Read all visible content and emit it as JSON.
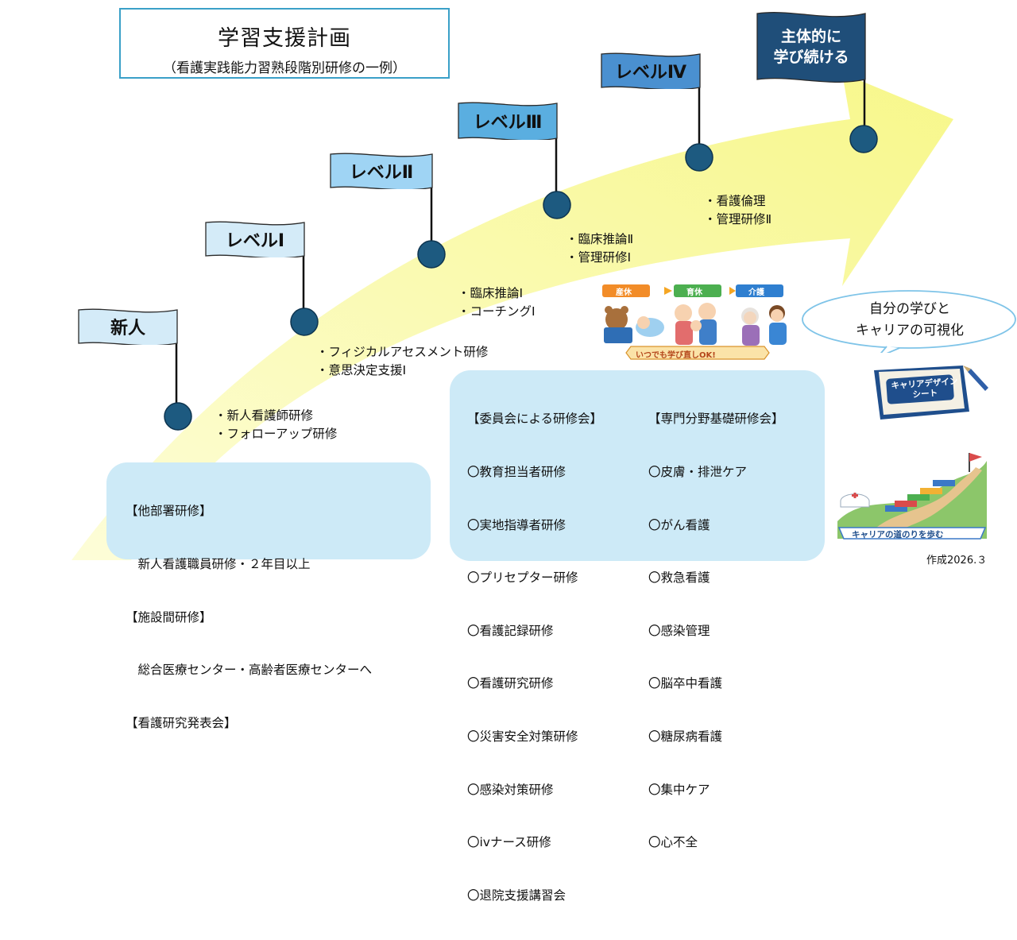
{
  "title": {
    "main": "学習支援計画",
    "sub": "（看護実践能力習熟段階別研修の一例）"
  },
  "flags": {
    "shinjin": "新人",
    "level1": "レベルⅠ",
    "level2": "レベルⅡ",
    "level3": "レベルⅢ",
    "level4": "レベルⅣ",
    "goal": "主体的に\n学び続ける"
  },
  "items": {
    "shinjin": [
      "・新人看護師研修",
      "・フォローアップ研修"
    ],
    "level1": [
      "・フィジカルアセスメント研修",
      "・意思決定支援Ⅰ"
    ],
    "level2": [
      "・臨床推論Ⅰ",
      "・コーチングⅠ"
    ],
    "level3": [
      "・臨床推論Ⅱ",
      "・管理研修Ⅰ"
    ],
    "level4": [
      "・看護倫理",
      "・管理研修Ⅱ"
    ]
  },
  "panel_left": [
    "【他部署研修】",
    "　新人看護職員研修・２年目以上",
    "【施設間研修】",
    "　総合医療センター・高齢者医療センターへ",
    "【看護研究発表会】"
  ],
  "panel_committee": [
    "【委員会による研修会】",
    "〇教育担当者研修",
    "〇実地指導者研修",
    "〇プリセプター研修",
    "〇看護記録研修",
    "〇看護研究研修",
    "〇災害安全対策研修",
    "〇感染対策研修",
    "〇ivナース研修",
    "〇退院支援講習会"
  ],
  "panel_specialty": [
    "【専門分野基礎研修会】",
    "〇皮膚・排泄ケア",
    "〇がん看護",
    "〇救急看護",
    "〇感染管理",
    "〇脳卒中看護",
    "〇糖尿病看護",
    "〇集中ケア",
    "〇心不全"
  ],
  "cloud_lines": [
    "自分の学びと",
    "キャリアの可視化"
  ],
  "illustration": {
    "tags": [
      "産休",
      "育休",
      "介護"
    ],
    "banner": "いつでも学び直しOK!",
    "notebook": "キャリアデザイン\nシート",
    "path_caption": "キャリアの道のりを歩む"
  },
  "credit": "作成2026.３",
  "colors": {
    "arrow": "#fafab0",
    "node": "#1d5a80",
    "panel": "#cdeaf7",
    "flag_light": "#d4ebf8",
    "flag_mid": "#9fd4f4",
    "flag_dark": "#5aaee0",
    "goal_flag": "#1f4e79"
  }
}
